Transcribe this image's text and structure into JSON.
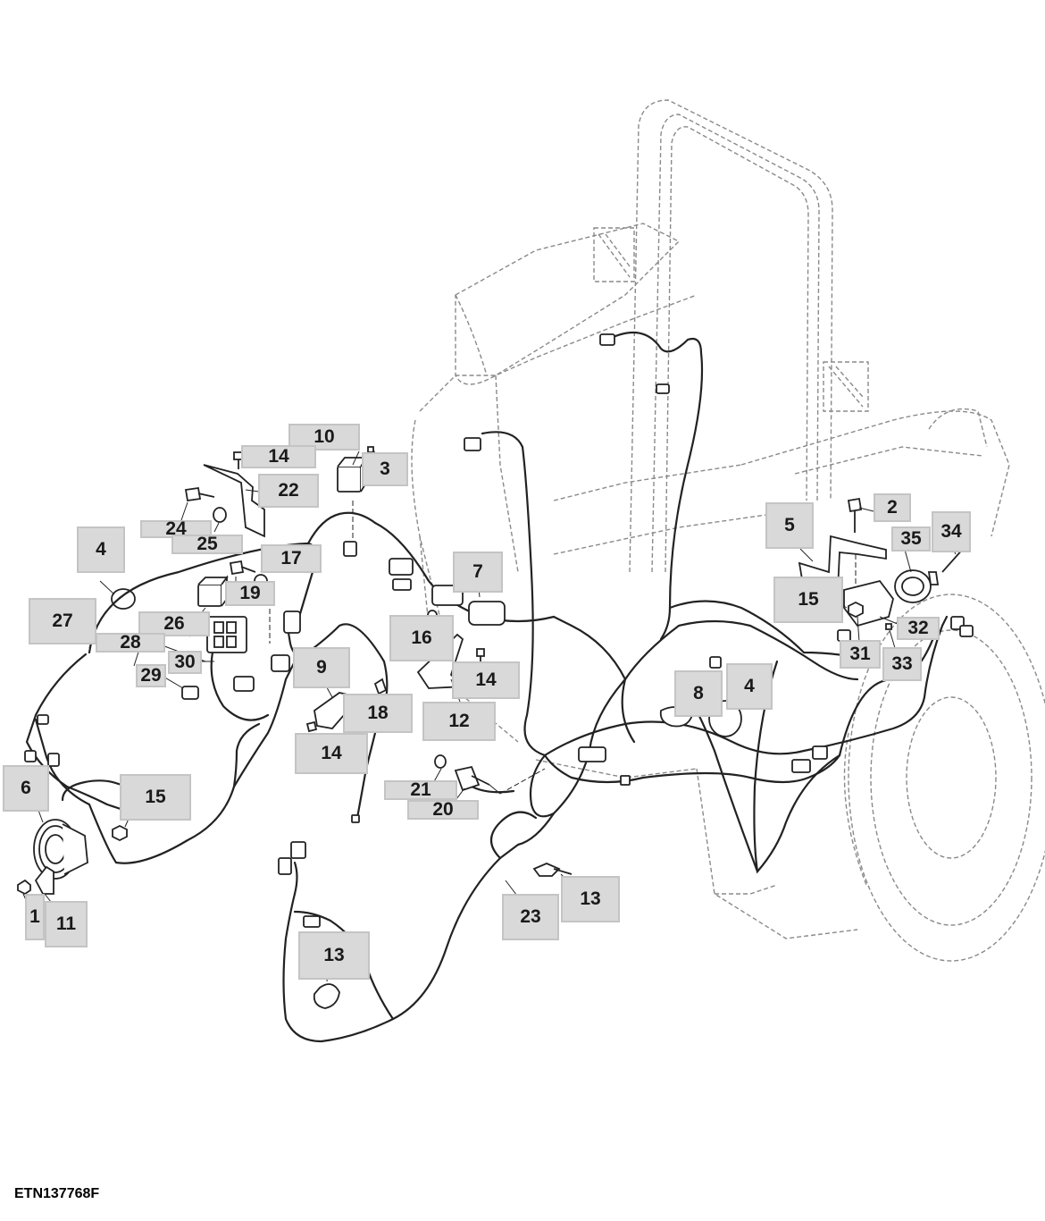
{
  "figure": {
    "id": "ETN137768F"
  },
  "callouts": [
    {
      "key": "c10",
      "label": "10"
    },
    {
      "key": "c14a",
      "label": "14"
    },
    {
      "key": "c3",
      "label": "3"
    },
    {
      "key": "c22",
      "label": "22"
    },
    {
      "key": "c24",
      "label": "24"
    },
    {
      "key": "c25",
      "label": "25"
    },
    {
      "key": "c4a",
      "label": "4"
    },
    {
      "key": "c17",
      "label": "17"
    },
    {
      "key": "c19",
      "label": "19"
    },
    {
      "key": "c27",
      "label": "27"
    },
    {
      "key": "c26",
      "label": "26"
    },
    {
      "key": "c28",
      "label": "28"
    },
    {
      "key": "c30",
      "label": "30"
    },
    {
      "key": "c29",
      "label": "29"
    },
    {
      "key": "c7",
      "label": "7"
    },
    {
      "key": "c16",
      "label": "16"
    },
    {
      "key": "c14b",
      "label": "14"
    },
    {
      "key": "c9",
      "label": "9"
    },
    {
      "key": "c18",
      "label": "18"
    },
    {
      "key": "c12",
      "label": "12"
    },
    {
      "key": "c14c",
      "label": "14"
    },
    {
      "key": "c6",
      "label": "6"
    },
    {
      "key": "c15a",
      "label": "15"
    },
    {
      "key": "c1",
      "label": "1"
    },
    {
      "key": "c11",
      "label": "11"
    },
    {
      "key": "c21",
      "label": "21"
    },
    {
      "key": "c20",
      "label": "20"
    },
    {
      "key": "c13a",
      "label": "13"
    },
    {
      "key": "c23",
      "label": "23"
    },
    {
      "key": "c13b",
      "label": "13"
    },
    {
      "key": "c8",
      "label": "8"
    },
    {
      "key": "c4b",
      "label": "4"
    },
    {
      "key": "c5",
      "label": "5"
    },
    {
      "key": "c2",
      "label": "2"
    },
    {
      "key": "c35",
      "label": "35"
    },
    {
      "key": "c34",
      "label": "34"
    },
    {
      "key": "c15b",
      "label": "15"
    },
    {
      "key": "c32",
      "label": "32"
    },
    {
      "key": "c31",
      "label": "31"
    },
    {
      "key": "c33",
      "label": "33"
    }
  ]
}
